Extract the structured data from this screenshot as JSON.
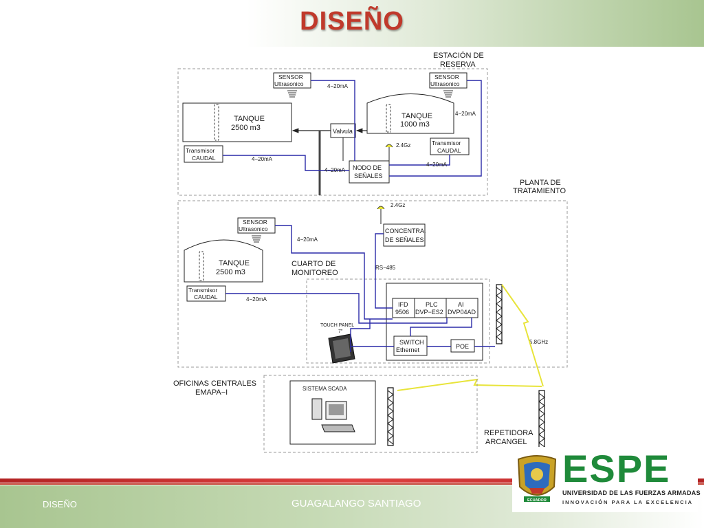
{
  "slide": {
    "title": "DISEÑO",
    "footer_left": "DISEÑO",
    "footer_center": "GUAGALANGO SANTIAGO"
  },
  "logo": {
    "name": "ESPE",
    "subtitle": "UNIVERSIDAD DE LAS FUERZAS ARMADAS",
    "tagline": "INNOVACIÓN PARA LA EXCELENCIA",
    "shield_text": "ECUADOR"
  },
  "diagram": {
    "reserve_station_line1": "ESTACIÓN DE",
    "reserve_station_line2": "RESERVA",
    "sensor_a_line1": "SENSOR",
    "sensor_a_line2": "Ultrasonico",
    "sensor_b_line1": "SENSOR",
    "sensor_b_line2": "Ultrasonico",
    "sensor_c_line1": "SENSOR",
    "sensor_c_line2": "Ultrasonico",
    "tank_a_line1": "TANQUE",
    "tank_a_line2": "2500 m3",
    "tank_b_line1": "TANQUE",
    "tank_b_line2": "1000 m3",
    "tank_c_line1": "TANQUE",
    "tank_c_line2": "2500 m3",
    "valve": "Valvula",
    "signal_node_line1": "NODO DE",
    "signal_node_line2": "SEÑALES",
    "transmitter_a_line1": "Transmisor",
    "transmitter_a_line2": "CAUDAL",
    "transmitter_b_line1": "Transmisor",
    "transmitter_b_line2": "CAUDAL",
    "transmitter_c_line1": "Transmisor",
    "transmitter_c_line2": "CAUDAL",
    "current_label": "4−20mA",
    "freq_24": "2.4Gz",
    "freq_58": "5.8GHz",
    "plant_line1": "PLANTA DE",
    "plant_line2": "TRATAMIENTO",
    "concentrator_line1": "CONCENTRA.",
    "concentrator_line2": "DE SEÑALES",
    "rs485": "RS−485",
    "monitoring_line1": "CUARTO DE",
    "monitoring_line2": "MONITOREO",
    "ifd_line1": "IFD",
    "ifd_line2": "9506",
    "plc_line1": "PLC",
    "plc_line2": "DVP−ES2",
    "ai_line1": "AI",
    "ai_line2": "DVP04AD",
    "touch_panel_line1": "TOUCH PANEL",
    "touch_panel_line2": "7\"",
    "switch_line1": "SWITCH",
    "switch_line2": "Ethernet",
    "poe": "POE",
    "offices_line1": "OFICINAS CENTRALES",
    "offices_line2": "EMAPA−I",
    "scada": "SISTEMA SCADA",
    "repeater_line1": "REPETIDORA",
    "repeater_line2": "ARCANGEL"
  },
  "colors": {
    "title": "#c0392b",
    "signal_line": "#2a2aa8",
    "wireless_link": "#e8e43a",
    "espe_green": "#1f8a3a"
  }
}
